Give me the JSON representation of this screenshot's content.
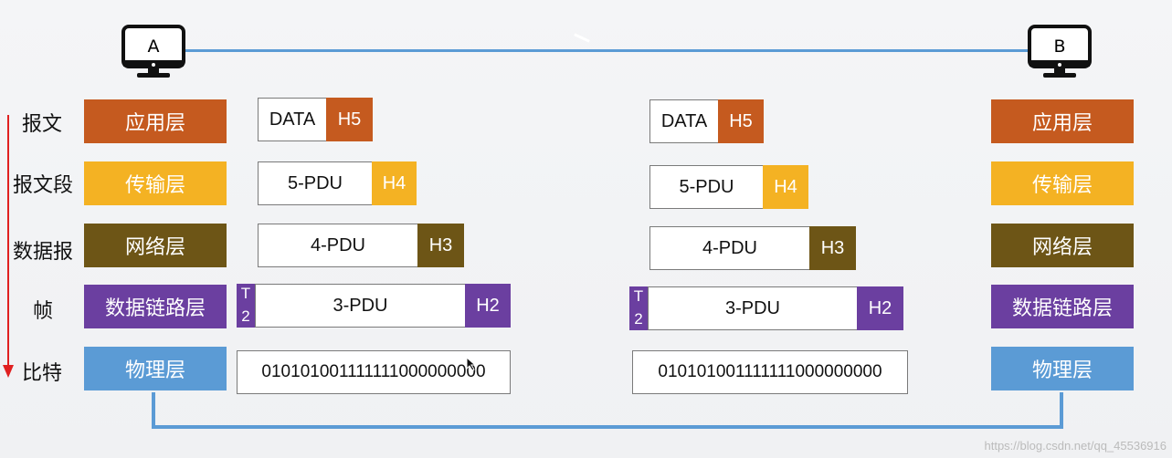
{
  "hosts": {
    "a": "A",
    "b": "B"
  },
  "row_labels": [
    "报文",
    "报文段",
    "数据报",
    "帧",
    "比特"
  ],
  "layers": [
    "应用层",
    "传输层",
    "网络层",
    "数据链路层",
    "物理层"
  ],
  "colors": {
    "application": "#c55a1f",
    "transport": "#f4b223",
    "network": "#6d5516",
    "datalink": "#6b3fa0",
    "physical": "#5b9bd5",
    "arrow": "#e02020"
  },
  "pdus": {
    "app": {
      "data": "DATA",
      "header": "H5"
    },
    "transport": {
      "data": "5-PDU",
      "header": "H4"
    },
    "network": {
      "data": "4-PDU",
      "header": "H3"
    },
    "datalink": {
      "trailer_top": "T",
      "trailer_bottom": "2",
      "data": "3-PDU",
      "header": "H2"
    },
    "physical_a": "010101001111111000000000",
    "physical_b": "010101001111111000000000"
  },
  "watermark": "https://blog.csdn.net/qq_45536916"
}
